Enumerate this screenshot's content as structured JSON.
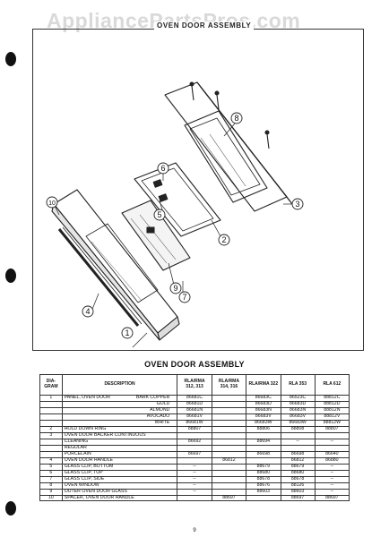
{
  "watermark": "AppliancePartsPros.com",
  "figure_title": "OVEN DOOR ASSEMBLY",
  "callouts": [
    "1",
    "2",
    "3",
    "4",
    "5",
    "6",
    "7",
    "8",
    "9",
    "10"
  ],
  "table": {
    "title": "OVEN DOOR ASSEMBLY",
    "headers": {
      "diagram": "DIA-GRAM",
      "description": "DESCRIPTION",
      "c1": "RLA/RMA 312, 313",
      "c2": "RLA/RMA 314, 316",
      "c3": "RLA/RMA 322",
      "c4": "RLA 353",
      "c5": "RLA 612"
    },
    "panel": {
      "num": "1",
      "name": "PANEL, OVEN DOOR",
      "rows": [
        {
          "color": "BARK COPPER",
          "c1": "86681C",
          "c2": "",
          "c3": "86683C",
          "c4": "86523C",
          "c5": "88812C"
        },
        {
          "color": "GOLD",
          "c1": "86681D",
          "c2": "",
          "c3": "86683D",
          "c4": "86683D",
          "c5": "88812D"
        },
        {
          "color": "ALMOND",
          "c1": "86681N",
          "c2": "",
          "c3": "86683N",
          "c4": "86683N",
          "c5": "88812N"
        },
        {
          "color": "AVOCADO",
          "c1": "86681V",
          "c2": "",
          "c3": "86683V",
          "c4": "86683V",
          "c5": "88812V"
        },
        {
          "color": "WHITE",
          "c1": "86681W",
          "c2": "",
          "c3": "86683W",
          "c4": "86683W",
          "c5": "88812W"
        }
      ]
    },
    "rows": [
      {
        "num": "2",
        "desc": "HOLD DOWN RING",
        "c1": "88807",
        "c2": "",
        "c3": "88806",
        "c4": "88808",
        "c5": "88807"
      },
      {
        "num": "3",
        "desc": "OVEN DOOR BACKER CONTINUOUS",
        "c1": "",
        "c2": "",
        "c3": "",
        "c4": "",
        "c5": ""
      },
      {
        "num": "",
        "desc": "CLEANING",
        "sub": true,
        "c1": "86692",
        "c2": "",
        "c3": "88694",
        "c4": "--",
        "c5": "--"
      },
      {
        "num": "",
        "desc": "REGULAR",
        "sub": true,
        "c1": "",
        "c2": "",
        "c3": "",
        "c4": "",
        "c5": ""
      },
      {
        "num": "",
        "desc": "PORCELAIN",
        "sub": true,
        "c1": "86697",
        "c2": "",
        "c3": "86698",
        "c4": "86698",
        "c5": "86640"
      },
      {
        "num": "4",
        "desc": "OVEN DOOR HANDLE",
        "c1": "",
        "c2": "86812",
        "c3": "",
        "c4": "86812",
        "c5": "86880"
      },
      {
        "num": "5",
        "desc": "GLASS CLIP, BOTTOM",
        "c1": "--",
        "c2": "",
        "c3": "88679",
        "c4": "88679",
        "c5": "--"
      },
      {
        "num": "6",
        "desc": "GLASS CLIP, TOP",
        "c1": "--",
        "c2": "",
        "c3": "88680",
        "c4": "88680",
        "c5": "--"
      },
      {
        "num": "7",
        "desc": "GLASS CLIP, SIDE",
        "c1": "--",
        "c2": "",
        "c3": "88678",
        "c4": "88678",
        "c5": "--"
      },
      {
        "num": "8",
        "desc": "OVEN WINDOW",
        "c1": "--",
        "c2": "",
        "c3": "88676",
        "c4": "88126",
        "c5": "--"
      },
      {
        "num": "9",
        "desc": "OUTER OVEN DOOR GLASS",
        "c1": "--",
        "c2": "",
        "c3": "88603",
        "c4": "88603",
        "c5": "--"
      },
      {
        "num": "10",
        "desc": "SPACER, OVEN DOOR HANDLE",
        "c1": "",
        "c2": "88697",
        "c3": "",
        "c4": "88697",
        "c5": "88697"
      }
    ]
  },
  "page_number": "9"
}
